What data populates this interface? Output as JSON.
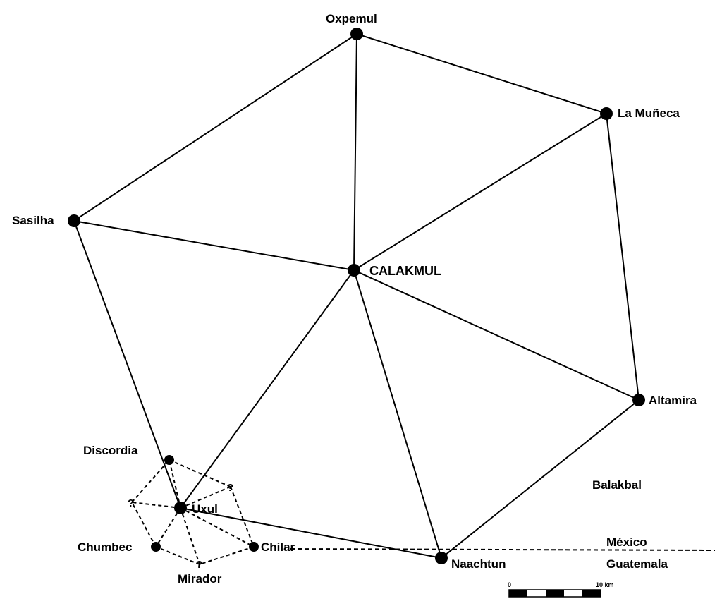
{
  "colors": {
    "background": "#ffffff",
    "ink": "#000000"
  },
  "sites": [
    {
      "id": "calakmul",
      "label": "CALAKMUL",
      "capital": true
    },
    {
      "id": "oxpemul",
      "label": "Oxpemul"
    },
    {
      "id": "la-muneca",
      "label": "La Muñeca"
    },
    {
      "id": "sasilha",
      "label": "Sasilha"
    },
    {
      "id": "altamira",
      "label": "Altamira"
    },
    {
      "id": "naachtun",
      "label": "Naachtun"
    },
    {
      "id": "uxul",
      "label": "Uxul"
    },
    {
      "id": "discordia",
      "label": "Discordia"
    },
    {
      "id": "chumbec",
      "label": "Chumbec"
    },
    {
      "id": "chilar",
      "label": "Chilar"
    },
    {
      "id": "mirador",
      "label": "Mirador"
    }
  ],
  "region_labels": {
    "balakbal": "Balakbal"
  },
  "border": {
    "north_country": "México",
    "south_country": "Guatemala"
  },
  "unknown_marker": "?",
  "scale_bar": {
    "start_label": "0",
    "end_label": "10 km"
  }
}
